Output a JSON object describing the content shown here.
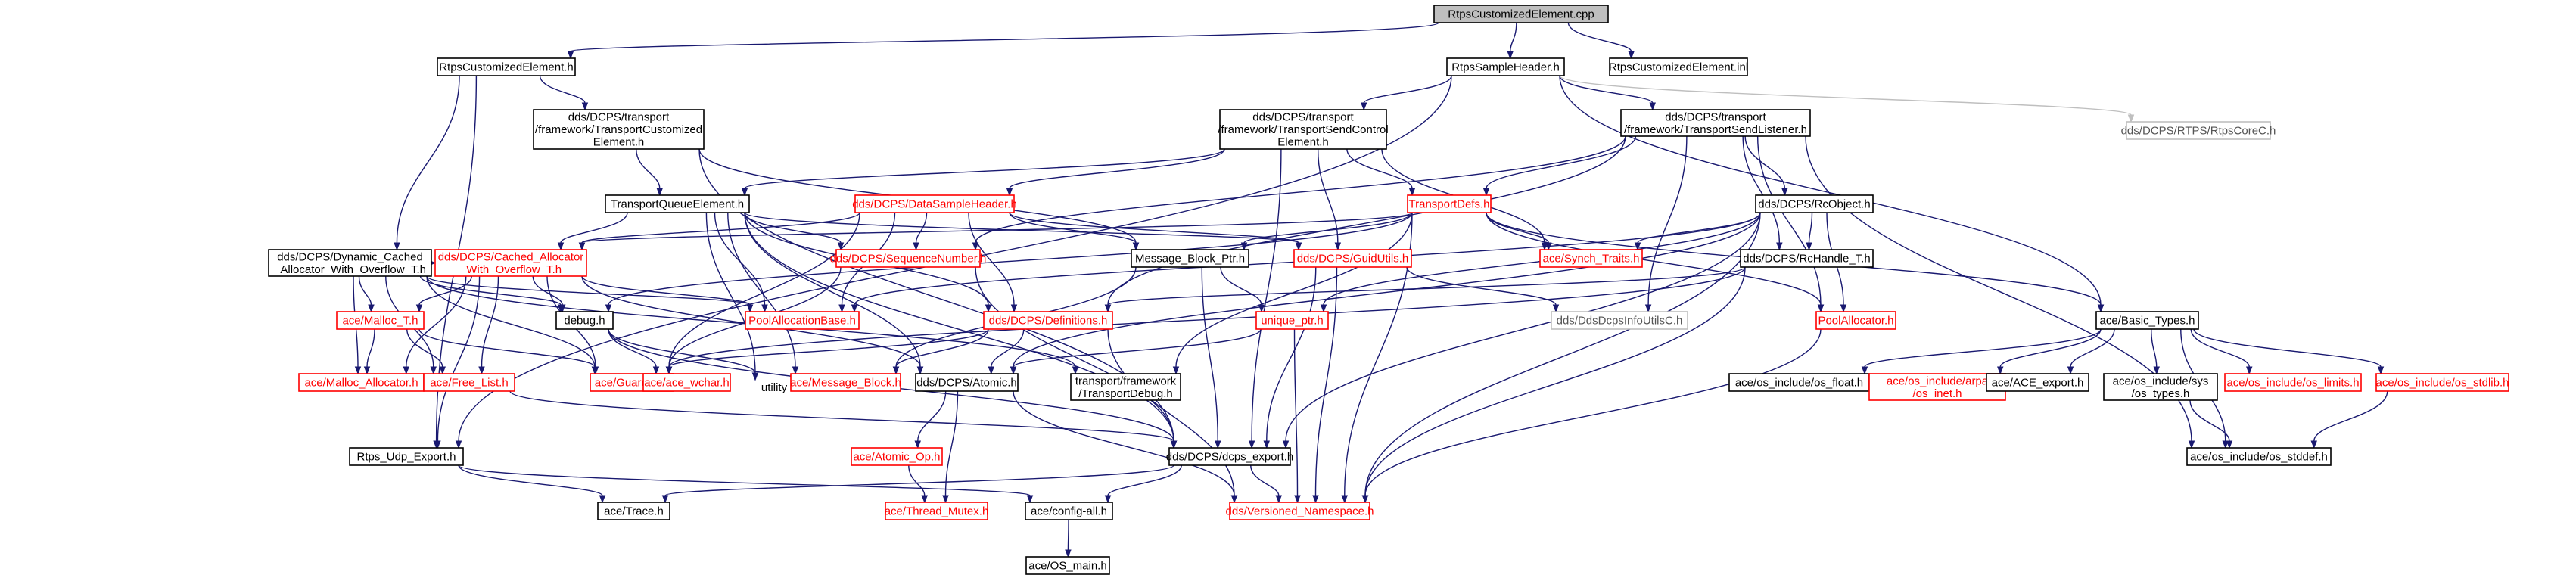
{
  "nodes": [
    {
      "id": "root",
      "lines": [
        "RtpsCustomizedElement.cpp"
      ],
      "style": "root"
    },
    {
      "id": "rce_h",
      "lines": [
        "RtpsCustomizedElement.h"
      ],
      "style": "normal"
    },
    {
      "id": "rsh_h",
      "lines": [
        "RtpsSampleHeader.h"
      ],
      "style": "normal"
    },
    {
      "id": "rce_inl",
      "lines": [
        "RtpsCustomizedElement.inl"
      ],
      "style": "normal"
    },
    {
      "id": "tce_h",
      "lines": [
        "dds/DCPS/transport",
        "/framework/TransportCustomized",
        "Element.h"
      ],
      "style": "normal"
    },
    {
      "id": "tsce_h",
      "lines": [
        "dds/DCPS/transport",
        "/framework/TransportSendControl",
        "Element.h"
      ],
      "style": "normal"
    },
    {
      "id": "tsl_h",
      "lines": [
        "dds/DCPS/transport",
        "/framework/TransportSendListener.h"
      ],
      "style": "normal"
    },
    {
      "id": "rtpscore",
      "lines": [
        "dds/DCPS/RTPS/RtpsCoreC.h"
      ],
      "style": "grey"
    },
    {
      "id": "tqe_h",
      "lines": [
        "TransportQueueElement.h"
      ],
      "style": "normal"
    },
    {
      "id": "dsh_h",
      "lines": [
        "dds/DCPS/DataSampleHeader.h"
      ],
      "style": "red"
    },
    {
      "id": "tdefs_h",
      "lines": [
        "TransportDefs.h"
      ],
      "style": "red"
    },
    {
      "id": "rcobj_h",
      "lines": [
        "dds/DCPS/RcObject.h"
      ],
      "style": "normal"
    },
    {
      "id": "dcawo_h",
      "lines": [
        "dds/DCPS/Dynamic_Cached",
        "_Allocator_With_Overflow_T.h"
      ],
      "style": "normal"
    },
    {
      "id": "cawo_h",
      "lines": [
        "dds/DCPS/Cached_Allocator",
        "_With_Overflow_T.h"
      ],
      "style": "red"
    },
    {
      "id": "seqnum_h",
      "lines": [
        "dds/DCPS/SequenceNumber.h"
      ],
      "style": "red"
    },
    {
      "id": "mbp_h",
      "lines": [
        "Message_Block_Ptr.h"
      ],
      "style": "normal"
    },
    {
      "id": "guid_h",
      "lines": [
        "dds/DCPS/GuidUtils.h"
      ],
      "style": "red"
    },
    {
      "id": "synch_h",
      "lines": [
        "ace/Synch_Traits.h"
      ],
      "style": "red"
    },
    {
      "id": "rch_h",
      "lines": [
        "dds/DCPS/RcHandle_T.h"
      ],
      "style": "normal"
    },
    {
      "id": "malloc_t",
      "lines": [
        "ace/Malloc_T.h"
      ],
      "style": "red"
    },
    {
      "id": "debug_h",
      "lines": [
        "debug.h"
      ],
      "style": "normal"
    },
    {
      "id": "pab_h",
      "lines": [
        "PoolAllocationBase.h"
      ],
      "style": "red"
    },
    {
      "id": "defs_h",
      "lines": [
        "dds/DCPS/Definitions.h"
      ],
      "style": "red"
    },
    {
      "id": "uptr_h",
      "lines": [
        "unique_ptr.h"
      ],
      "style": "red"
    },
    {
      "id": "ddcps_h",
      "lines": [
        "dds/DdsDcpsInfoUtilsC.h"
      ],
      "style": "grey"
    },
    {
      "id": "palloc_h",
      "lines": [
        "PoolAllocator.h"
      ],
      "style": "red"
    },
    {
      "id": "btypes_h",
      "lines": [
        "ace/Basic_Types.h"
      ],
      "style": "normal"
    },
    {
      "id": "mallocalloc_h",
      "lines": [
        "ace/Malloc_Allocator.h"
      ],
      "style": "red"
    },
    {
      "id": "freelist_h",
      "lines": [
        "ace/Free_List.h"
      ],
      "style": "red"
    },
    {
      "id": "guard_h",
      "lines": [
        "ace/Guard_T.h"
      ],
      "style": "red"
    },
    {
      "id": "wchar_h",
      "lines": [
        "ace/ace_wchar.h"
      ],
      "style": "red"
    },
    {
      "id": "mblock_h",
      "lines": [
        "ace/Message_Block.h"
      ],
      "style": "red"
    },
    {
      "id": "atomic_h",
      "lines": [
        "dds/DCPS/Atomic.h"
      ],
      "style": "normal"
    },
    {
      "id": "tdebug_h",
      "lines": [
        "transport/framework",
        "/TransportDebug.h"
      ],
      "style": "normal"
    },
    {
      "id": "osfloat_h",
      "lines": [
        "ace/os_include/os_float.h"
      ],
      "style": "normal"
    },
    {
      "id": "osinet_h",
      "lines": [
        "ace/os_include/arpa",
        "/os_inet.h"
      ],
      "style": "red"
    },
    {
      "id": "aceexport_h",
      "lines": [
        "ace/ACE_export.h"
      ],
      "style": "normal"
    },
    {
      "id": "ostypes_h",
      "lines": [
        "ace/os_include/sys",
        "/os_types.h"
      ],
      "style": "normal"
    },
    {
      "id": "oslimits_h",
      "lines": [
        "ace/os_include/os_limits.h"
      ],
      "style": "red"
    },
    {
      "id": "osstdlib_h",
      "lines": [
        "ace/os_include/os_stdlib.h"
      ],
      "style": "red"
    },
    {
      "id": "udpexp_h",
      "lines": [
        "Rtps_Udp_Export.h"
      ],
      "style": "normal"
    },
    {
      "id": "atomicop_h",
      "lines": [
        "ace/Atomic_Op.h"
      ],
      "style": "red"
    },
    {
      "id": "dcpsexp_h",
      "lines": [
        "dds/DCPS/dcps_export.h"
      ],
      "style": "normal"
    },
    {
      "id": "osstddef_h",
      "lines": [
        "ace/os_include/os_stddef.h"
      ],
      "style": "normal"
    },
    {
      "id": "trace_h",
      "lines": [
        "ace/Trace.h"
      ],
      "style": "normal"
    },
    {
      "id": "tmutex_h",
      "lines": [
        "ace/Thread_Mutex.h"
      ],
      "style": "red"
    },
    {
      "id": "configall_h",
      "lines": [
        "ace/config-all.h"
      ],
      "style": "normal"
    },
    {
      "id": "vns_h",
      "lines": [
        "dds/Versioned_Namespace.h"
      ],
      "style": "red"
    },
    {
      "id": "osmain_h",
      "lines": [
        "ace/OS_main.h"
      ],
      "style": "normal"
    }
  ],
  "free_labels": [
    {
      "id": "utility",
      "text": "utility"
    }
  ],
  "edges": [
    [
      "root",
      "rce_h"
    ],
    [
      "root",
      "rsh_h"
    ],
    [
      "root",
      "rce_inl"
    ],
    [
      "rce_h",
      "tce_h"
    ],
    [
      "rce_h",
      "dcawo_h"
    ],
    [
      "rce_h",
      "udpexp_h"
    ],
    [
      "rsh_h",
      "tsce_h"
    ],
    [
      "rsh_h",
      "tsl_h"
    ],
    [
      "rsh_h",
      "rtpscore",
      true
    ],
    [
      "rsh_h",
      "btypes_h"
    ],
    [
      "rsh_h",
      "udpexp_h"
    ],
    [
      "tce_h",
      "tqe_h"
    ],
    [
      "tce_h",
      "mbp_h"
    ],
    [
      "tce_h",
      "dcpsexp_h"
    ],
    [
      "tsce_h",
      "tqe_h"
    ],
    [
      "tsce_h",
      "dsh_h"
    ],
    [
      "tsce_h",
      "tdefs_h"
    ],
    [
      "tsce_h",
      "guid_h"
    ],
    [
      "tsce_h",
      "synch_h"
    ],
    [
      "tsce_h",
      "dcpsexp_h"
    ],
    [
      "tsl_h",
      "tdefs_h"
    ],
    [
      "tsl_h",
      "rcobj_h"
    ],
    [
      "tsl_h",
      "rch_h"
    ],
    [
      "tsl_h",
      "seqnum_h"
    ],
    [
      "tsl_h",
      "defs_h"
    ],
    [
      "tsl_h",
      "palloc_h"
    ],
    [
      "tsl_h",
      "ddcps_h"
    ],
    [
      "tsl_h",
      "osstddef_h"
    ],
    [
      "tqe_h",
      "cawo_h"
    ],
    [
      "tqe_h",
      "seqnum_h"
    ],
    [
      "tqe_h",
      "guid_h"
    ],
    [
      "tqe_h",
      "pab_h"
    ],
    [
      "tqe_h",
      "defs_h"
    ],
    [
      "tqe_h",
      "atomic_h"
    ],
    [
      "tqe_h",
      "mblock_h"
    ],
    [
      "tqe_h",
      "utility"
    ],
    [
      "tqe_h",
      "dcpsexp_h"
    ],
    [
      "dsh_h",
      "seqnum_h"
    ],
    [
      "dsh_h",
      "mbp_h"
    ],
    [
      "dsh_h",
      "guid_h"
    ],
    [
      "dsh_h",
      "cawo_h"
    ],
    [
      "dsh_h",
      "pab_h"
    ],
    [
      "dsh_h",
      "defs_h"
    ],
    [
      "dsh_h",
      "guard_h"
    ],
    [
      "tdefs_h",
      "synch_h"
    ],
    [
      "tdefs_h",
      "mbp_h"
    ],
    [
      "tdefs_h",
      "debug_h"
    ],
    [
      "tdefs_h",
      "btypes_h"
    ],
    [
      "tdefs_h",
      "palloc_h"
    ],
    [
      "tdefs_h",
      "tdebug_h"
    ],
    [
      "tdefs_h",
      "cawo_h"
    ],
    [
      "tdefs_h",
      "vns_h"
    ],
    [
      "rcobj_h",
      "synch_h"
    ],
    [
      "rcobj_h",
      "rch_h"
    ],
    [
      "rcobj_h",
      "atomic_h"
    ],
    [
      "rcobj_h",
      "pab_h"
    ],
    [
      "rcobj_h",
      "dcpsexp_h"
    ],
    [
      "rcobj_h",
      "palloc_h"
    ],
    [
      "rcobj_h",
      "vns_h"
    ],
    [
      "rcobj_h",
      "uptr_h"
    ],
    [
      "rch_h",
      "vns_h"
    ],
    [
      "rch_h",
      "defs_h"
    ],
    [
      "rch_h",
      "guard_h"
    ],
    [
      "dcawo_h",
      "cawo_h"
    ],
    [
      "dcawo_h",
      "malloc_t"
    ],
    [
      "dcawo_h",
      "mallocalloc_h"
    ],
    [
      "dcawo_h",
      "freelist_h"
    ],
    [
      "dcawo_h",
      "guard_h"
    ],
    [
      "dcawo_h",
      "debug_h"
    ],
    [
      "dcawo_h",
      "pab_h"
    ],
    [
      "dcawo_h",
      "tdebug_h"
    ],
    [
      "cawo_h",
      "malloc_t"
    ],
    [
      "cawo_h",
      "mallocalloc_h"
    ],
    [
      "cawo_h",
      "freelist_h"
    ],
    [
      "cawo_h",
      "guard_h"
    ],
    [
      "cawo_h",
      "debug_h"
    ],
    [
      "cawo_h",
      "pab_h"
    ],
    [
      "cawo_h",
      "atomic_h"
    ],
    [
      "cawo_h",
      "udpexp_h"
    ],
    [
      "seqnum_h",
      "dcpsexp_h"
    ],
    [
      "seqnum_h",
      "guard_h"
    ],
    [
      "mbp_h",
      "uptr_h"
    ],
    [
      "mbp_h",
      "mblock_h"
    ],
    [
      "mbp_h",
      "dcpsexp_h"
    ],
    [
      "guid_h",
      "dcpsexp_h"
    ],
    [
      "guid_h",
      "ddcps_h"
    ],
    [
      "guid_h",
      "vns_h"
    ],
    [
      "malloc_t",
      "mallocalloc_h"
    ],
    [
      "malloc_t",
      "freelist_h"
    ],
    [
      "malloc_t",
      "guard_h"
    ],
    [
      "debug_h",
      "wchar_h"
    ],
    [
      "debug_h",
      "utility"
    ],
    [
      "debug_h",
      "dcpsexp_h"
    ],
    [
      "defs_h",
      "atomic_h"
    ],
    [
      "defs_h",
      "mblock_h"
    ],
    [
      "defs_h",
      "guard_h"
    ],
    [
      "defs_h",
      "vns_h"
    ],
    [
      "uptr_h",
      "atomic_h"
    ],
    [
      "uptr_h",
      "vns_h"
    ],
    [
      "palloc_h",
      "vns_h"
    ],
    [
      "btypes_h",
      "osfloat_h"
    ],
    [
      "btypes_h",
      "osinet_h"
    ],
    [
      "btypes_h",
      "aceexport_h"
    ],
    [
      "btypes_h",
      "ostypes_h"
    ],
    [
      "btypes_h",
      "oslimits_h"
    ],
    [
      "btypes_h",
      "osstdlib_h"
    ],
    [
      "btypes_h",
      "osstddef_h"
    ],
    [
      "ostypes_h",
      "osstddef_h"
    ],
    [
      "osstdlib_h",
      "osstddef_h"
    ],
    [
      "atomic_h",
      "atomicop_h"
    ],
    [
      "atomic_h",
      "tmutex_h"
    ],
    [
      "atomic_h",
      "vns_h"
    ],
    [
      "freelist_h",
      "dcpsexp_h"
    ],
    [
      "udpexp_h",
      "trace_h"
    ],
    [
      "udpexp_h",
      "configall_h"
    ],
    [
      "atomicop_h",
      "tmutex_h"
    ],
    [
      "dcpsexp_h",
      "configall_h"
    ],
    [
      "dcpsexp_h",
      "vns_h"
    ],
    [
      "dcpsexp_h",
      "trace_h"
    ],
    [
      "configall_h",
      "osmain_h"
    ]
  ]
}
